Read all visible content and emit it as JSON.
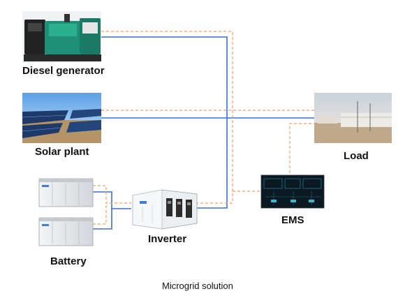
{
  "nodes": {
    "diesel_generator": "Diesel generator",
    "solar_plant": "Solar plant",
    "load": "Load",
    "battery": "Battery",
    "inverter": "Inverter",
    "ems": "EMS"
  },
  "caption": "Microgrid solution",
  "colors": {
    "power_line": "#3a6fd0",
    "control_line": "#f0a05a",
    "ems_screen": "#0b1a22"
  }
}
